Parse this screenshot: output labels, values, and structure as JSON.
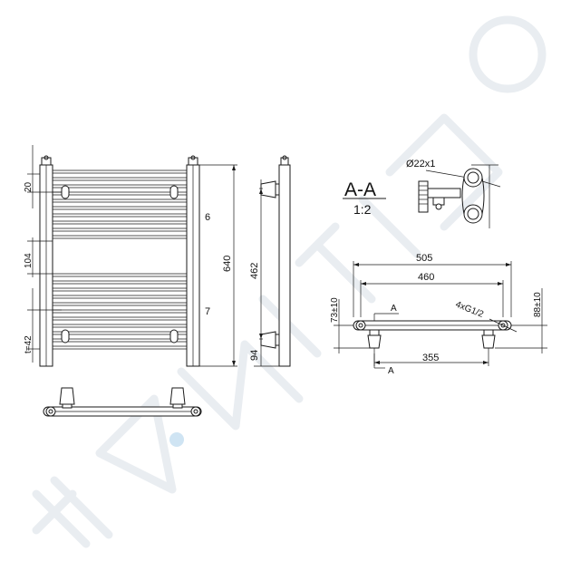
{
  "front_view": {
    "dim_20": "20",
    "dim_104": "104",
    "dim_t42": "t=42",
    "dim_6": "6",
    "dim_7": "7",
    "dim_640": "640"
  },
  "side_view": {
    "dim_462": "462",
    "dim_94": "94"
  },
  "section_view": {
    "title": "A-A",
    "scale": "1:2",
    "diameter": "Ø22x1"
  },
  "bottom_view": {
    "dim_505": "505",
    "dim_460": "460",
    "dim_73": "73±10",
    "dim_88": "88±10",
    "dim_355": "355",
    "thread": "4xG1/2",
    "section_mark_top": "A",
    "section_mark_bottom": "A"
  },
  "watermark": {
    "text": "SANITINO",
    "color": "#e9edf1"
  }
}
